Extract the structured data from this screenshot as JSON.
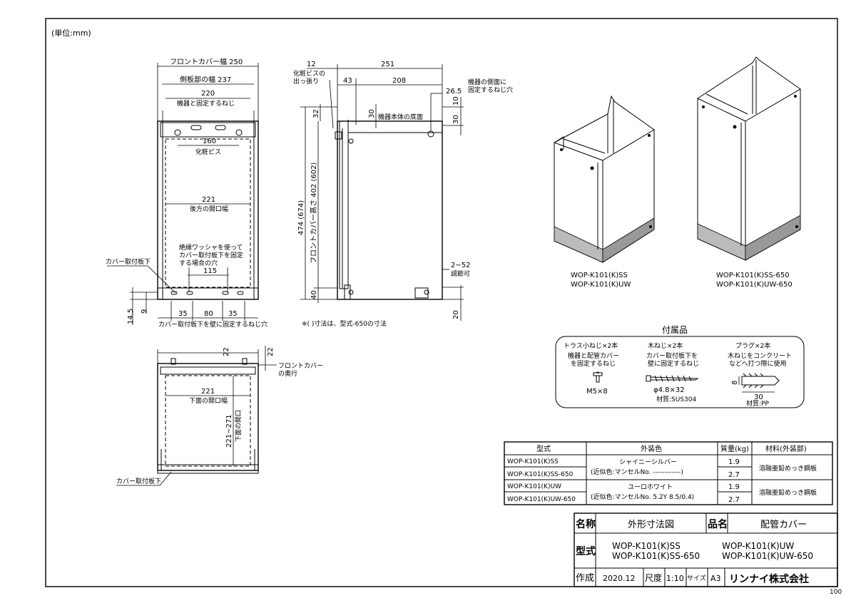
{
  "page": {
    "unit_note": "(単位:mm)",
    "corner_mark": "100"
  },
  "front_view": {
    "front_cover_width": "フロントカバー幅 250",
    "side_width": "側板部の幅 237",
    "dim_220": "220",
    "fix_screw_label": "機器と固定するねじ",
    "dim_160": "160",
    "cosmetic_screw": "化粧ビス",
    "dim_221": "221",
    "rear_opening": "後方の開口幅",
    "washer_note": [
      "絶縁ワッシャを使って",
      "カバー取付板下を固定",
      "する場合の穴"
    ],
    "dim_115": "115",
    "cover_plate": "カバー取付板下",
    "dim_35a": "35",
    "dim_80": "80",
    "dim_35b": "35",
    "dim_14_5": "14.5",
    "dim_9": "9",
    "wall_screw_hole": "カバー取付板下を壁に固定するねじ穴"
  },
  "side_view": {
    "dim_12": "12",
    "dim_251": "251",
    "cosmetic_protrusion": [
      "化粧ビスの",
      "出っ張り"
    ],
    "dim_43": "43",
    "dim_208": "208",
    "dim_26_5": "26.5",
    "side_screw_hole": [
      "機器の側面に",
      "固定するねじ穴"
    ],
    "dim_32": "32",
    "dim_30a": "30",
    "unit_bottom": "機器本体の底面",
    "dim_10": "10",
    "dim_30b": "30",
    "dim_474": "474 (674)",
    "dim_402": "フロントカバー高さ 402 (602)",
    "dim_2_52": "2~52",
    "adjustable": "調節可",
    "dim_40": "40",
    "dim_20": "20",
    "note": "※( )寸法は、型式-650の寸法"
  },
  "bottom_view": {
    "dim_22a": "22",
    "dim_22b": "22",
    "front_cover_depth": [
      "フロントカバー",
      "の奥行"
    ],
    "dim_221": "221",
    "bottom_opening_width": "下面の開口幅",
    "dim_221_271": "221~271",
    "bottom_opening_depth": "下面の開口",
    "cover_plate": "カバー取付板下"
  },
  "perspective": {
    "label_left": [
      "WOP-K101(K)SS",
      "WOP-K101(K)UW"
    ],
    "label_right": [
      "WOP-K101(K)SS-650",
      "WOP-K101(K)UW-650"
    ]
  },
  "accessories": {
    "title": "付属品",
    "items": [
      {
        "name": "トラス小ねじ×2本",
        "desc": [
          "機器と配管カバー",
          "を固定するねじ"
        ],
        "size": "M5×8",
        "material": ""
      },
      {
        "name": "木ねじ×2本",
        "desc": [
          "カバー取付板下を",
          "壁に固定するねじ"
        ],
        "size": "φ4.8×32",
        "material": "材質:SUS304"
      },
      {
        "name": "プラグ×2本",
        "desc": [
          "木ねじをコンクリート",
          "などへ打つ際に使用"
        ],
        "size": "30",
        "size2": "8",
        "material": "材質:PP"
      }
    ]
  },
  "spec_table": {
    "headers": [
      "型式",
      "外装色",
      "質量(kg)",
      "材料(外装部)"
    ],
    "rows": [
      {
        "model": "WOP-K101(K)SS",
        "mass": "1.9"
      },
      {
        "model": "WOP-K101(K)SS-650",
        "mass": "2.7"
      },
      {
        "model": "WOP-K101(K)UW",
        "mass": "1.9"
      },
      {
        "model": "WOP-K101(K)UW-650",
        "mass": "2.7"
      }
    ],
    "color_ss": [
      "シャイニーシルバー",
      "(近似色:マンセルNo. ------------)"
    ],
    "color_uw": [
      "ユーロホワイト",
      "(近似色:マンセルNo. 5.2Y 8.5/0.4)"
    ],
    "material": "溶融亜鉛めっき鋼板"
  },
  "title_block": {
    "name_label": "名称",
    "name_value": "外形寸法図",
    "product_label": "品名",
    "product_value": "配管カバー",
    "model_label": "型式",
    "models": [
      "WOP-K101(K)SS",
      "WOP-K101(K)UW",
      "WOP-K101(K)SS-650",
      "WOP-K101(K)UW-650"
    ],
    "made_label": "作成",
    "date": "2020.12",
    "scale_label": "尺度",
    "scale": "1:10",
    "size_label": "サイズ",
    "size": "A3",
    "company": "リンナイ株式会社"
  }
}
